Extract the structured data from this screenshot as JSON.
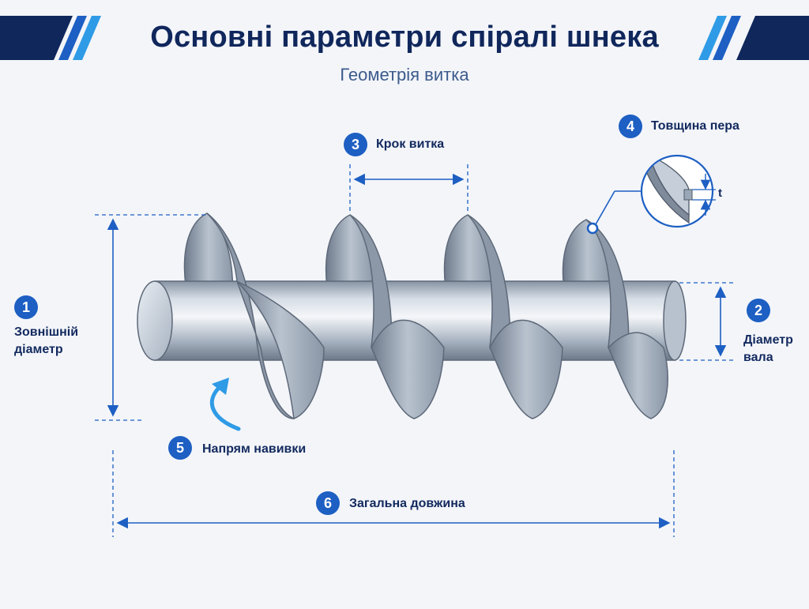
{
  "header": {
    "title": "Основні параметри спіралі шнека",
    "subtitle": "Геометрія витка"
  },
  "colors": {
    "navy": "#10275c",
    "accent": "#1d5fc3",
    "accent_light": "#2f9be6",
    "steel": "#9aa7b6"
  },
  "params": [
    {
      "num": "1",
      "label_lines": [
        "Зовнішній",
        "діаметр"
      ]
    },
    {
      "num": "2",
      "label_lines": [
        "Діаметр",
        "вала"
      ]
    },
    {
      "num": "3",
      "label": "Крок витка"
    },
    {
      "num": "4",
      "label": "Товщина пера",
      "symbol": "t"
    },
    {
      "num": "5",
      "label": "Напрям навивки"
    },
    {
      "num": "6",
      "label": "Загальна довжина"
    }
  ],
  "icons": [
    "rotation-arrow-icon"
  ]
}
